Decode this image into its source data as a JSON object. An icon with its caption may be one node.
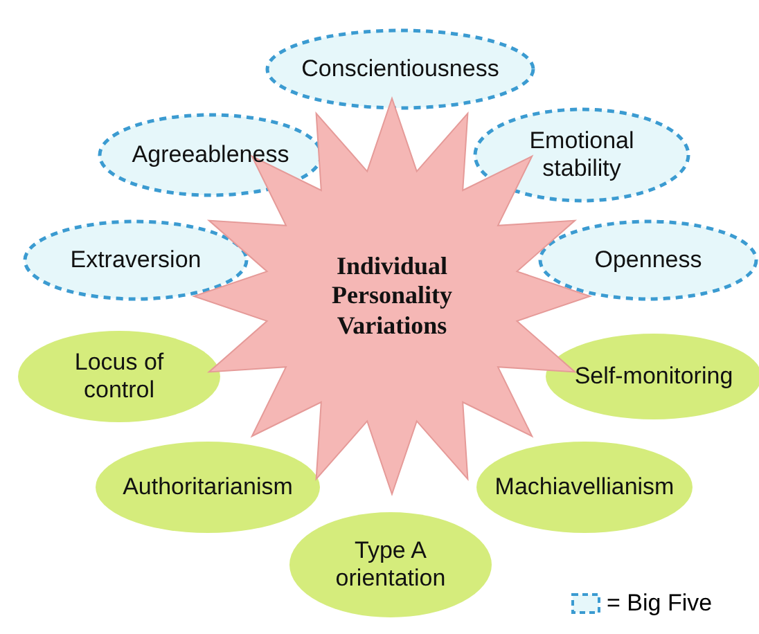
{
  "diagram": {
    "nodes": [
      {
        "text": [
          "Conscientiousness"
        ]
      },
      {
        "text": [
          "Agreeableness"
        ]
      },
      {
        "text": [
          "Emotional stability"
        ]
      },
      {
        "text": [
          "Extraversion"
        ]
      },
      {
        "text": [
          "Individual Personality Variations"
        ]
      },
      {
        "text": [
          "Openness"
        ]
      },
      {
        "text": [
          "Locus of control"
        ]
      },
      {
        "text": [
          "Self-monitoring"
        ]
      },
      {
        "text": [
          "Authoritarianism"
        ]
      },
      {
        "text": [
          "Machiavellianism"
        ]
      },
      {
        "text": [
          "Type A orientation"
        ]
      }
    ],
    "edges": [],
    "legend": [
      {
        "text": "= Big Five"
      }
    ]
  }
}
